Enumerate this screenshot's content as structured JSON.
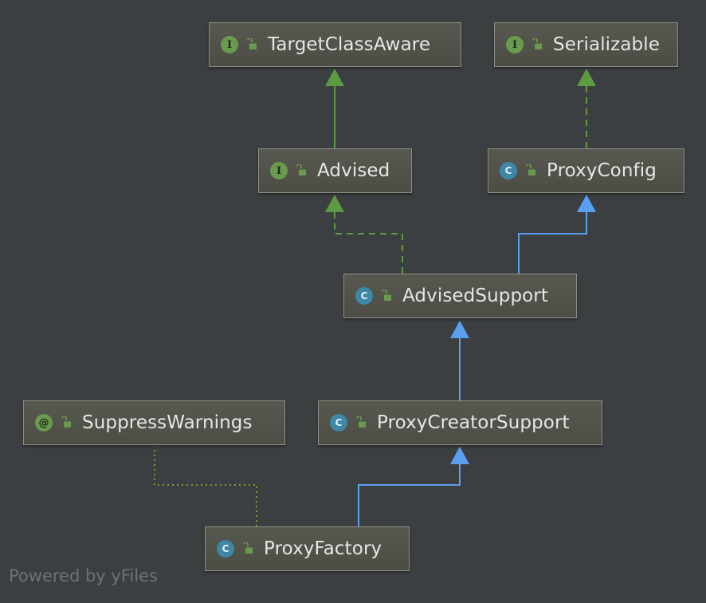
{
  "nodes": {
    "target_class_aware": {
      "kind": "interface",
      "badge": "I",
      "name": "TargetClassAware"
    },
    "serializable": {
      "kind": "interface",
      "badge": "I",
      "name": "Serializable"
    },
    "advised": {
      "kind": "interface",
      "badge": "I",
      "name": "Advised"
    },
    "proxy_config": {
      "kind": "class",
      "badge": "C",
      "name": "ProxyConfig"
    },
    "advised_support": {
      "kind": "class",
      "badge": "C",
      "name": "AdvisedSupport"
    },
    "suppress_warnings": {
      "kind": "annotation",
      "badge": "@",
      "name": "SuppressWarnings"
    },
    "proxy_creator_support": {
      "kind": "class",
      "badge": "C",
      "name": "ProxyCreatorSupport"
    },
    "proxy_factory": {
      "kind": "class",
      "badge": "C",
      "name": "ProxyFactory"
    }
  },
  "edges": [
    {
      "from": "advised",
      "to": "target_class_aware",
      "relation": "extends"
    },
    {
      "from": "proxy_config",
      "to": "serializable",
      "relation": "implements"
    },
    {
      "from": "advised_support",
      "to": "advised",
      "relation": "implements"
    },
    {
      "from": "advised_support",
      "to": "proxy_config",
      "relation": "extends"
    },
    {
      "from": "proxy_creator_support",
      "to": "advised_support",
      "relation": "extends"
    },
    {
      "from": "proxy_factory",
      "to": "proxy_creator_support",
      "relation": "extends"
    },
    {
      "from": "proxy_factory",
      "to": "suppress_warnings",
      "relation": "annotated-by"
    }
  ],
  "colors": {
    "background": "#3c3f41",
    "interface_edge": "#5e9a43",
    "class_edge": "#5a9ff0",
    "annotation_edge": "#7e9a3a",
    "interface_badge": "#6a9a4e",
    "class_badge": "#3e87a6"
  },
  "icons": {
    "visibility": "unlock-icon"
  },
  "footer": "Powered by yFiles"
}
